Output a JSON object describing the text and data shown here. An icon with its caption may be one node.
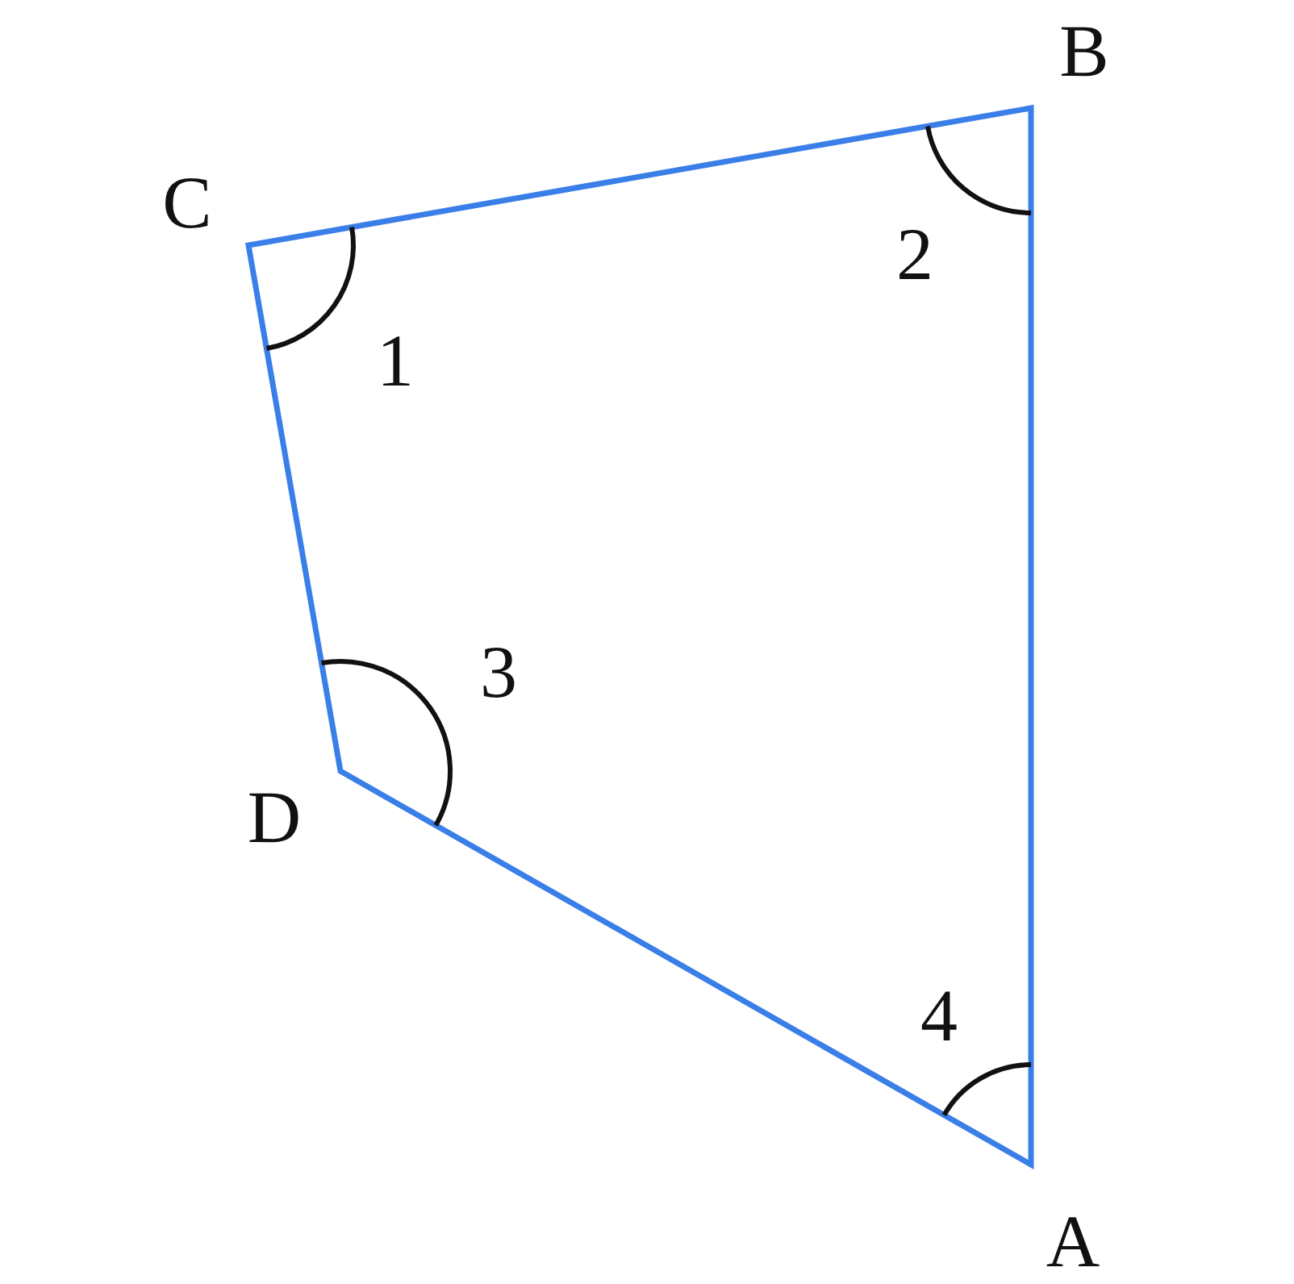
{
  "diagram": {
    "labels": [
      "B",
      "C",
      "2",
      "1",
      "3",
      "D",
      "4",
      "A"
    ]
  }
}
